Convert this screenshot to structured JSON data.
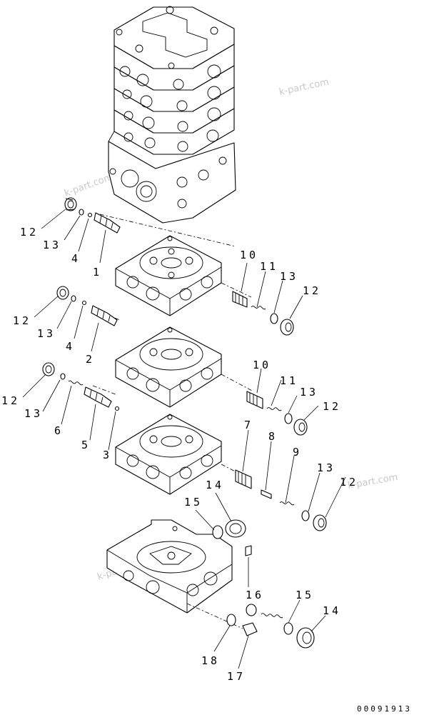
{
  "diagram": {
    "drawing_code": "00091913",
    "watermark": "k-part.com",
    "callouts": [
      {
        "id": "c12a",
        "label": "12"
      },
      {
        "id": "c13a",
        "label": "13"
      },
      {
        "id": "c4a",
        "label": "4"
      },
      {
        "id": "c1",
        "label": "1"
      },
      {
        "id": "c10a",
        "label": "10"
      },
      {
        "id": "c11a",
        "label": "11"
      },
      {
        "id": "c13b",
        "label": "13"
      },
      {
        "id": "c12b",
        "label": "12"
      },
      {
        "id": "c12c",
        "label": "12"
      },
      {
        "id": "c13c",
        "label": "13"
      },
      {
        "id": "c4b",
        "label": "4"
      },
      {
        "id": "c2",
        "label": "2"
      },
      {
        "id": "c10b",
        "label": "10"
      },
      {
        "id": "c11b",
        "label": "11"
      },
      {
        "id": "c13d",
        "label": "13"
      },
      {
        "id": "c12d",
        "label": "12"
      },
      {
        "id": "c12e",
        "label": "12"
      },
      {
        "id": "c13e",
        "label": "13"
      },
      {
        "id": "c6",
        "label": "6"
      },
      {
        "id": "c5",
        "label": "5"
      },
      {
        "id": "c3",
        "label": "3"
      },
      {
        "id": "c7",
        "label": "7"
      },
      {
        "id": "c8",
        "label": "8"
      },
      {
        "id": "c9",
        "label": "9"
      },
      {
        "id": "c13f",
        "label": "13"
      },
      {
        "id": "c12f",
        "label": "12"
      },
      {
        "id": "c14a",
        "label": "14"
      },
      {
        "id": "c15a",
        "label": "15"
      },
      {
        "id": "c16",
        "label": "16"
      },
      {
        "id": "c15b",
        "label": "15"
      },
      {
        "id": "c14b",
        "label": "14"
      },
      {
        "id": "c18",
        "label": "18"
      },
      {
        "id": "c17",
        "label": "17"
      }
    ]
  }
}
